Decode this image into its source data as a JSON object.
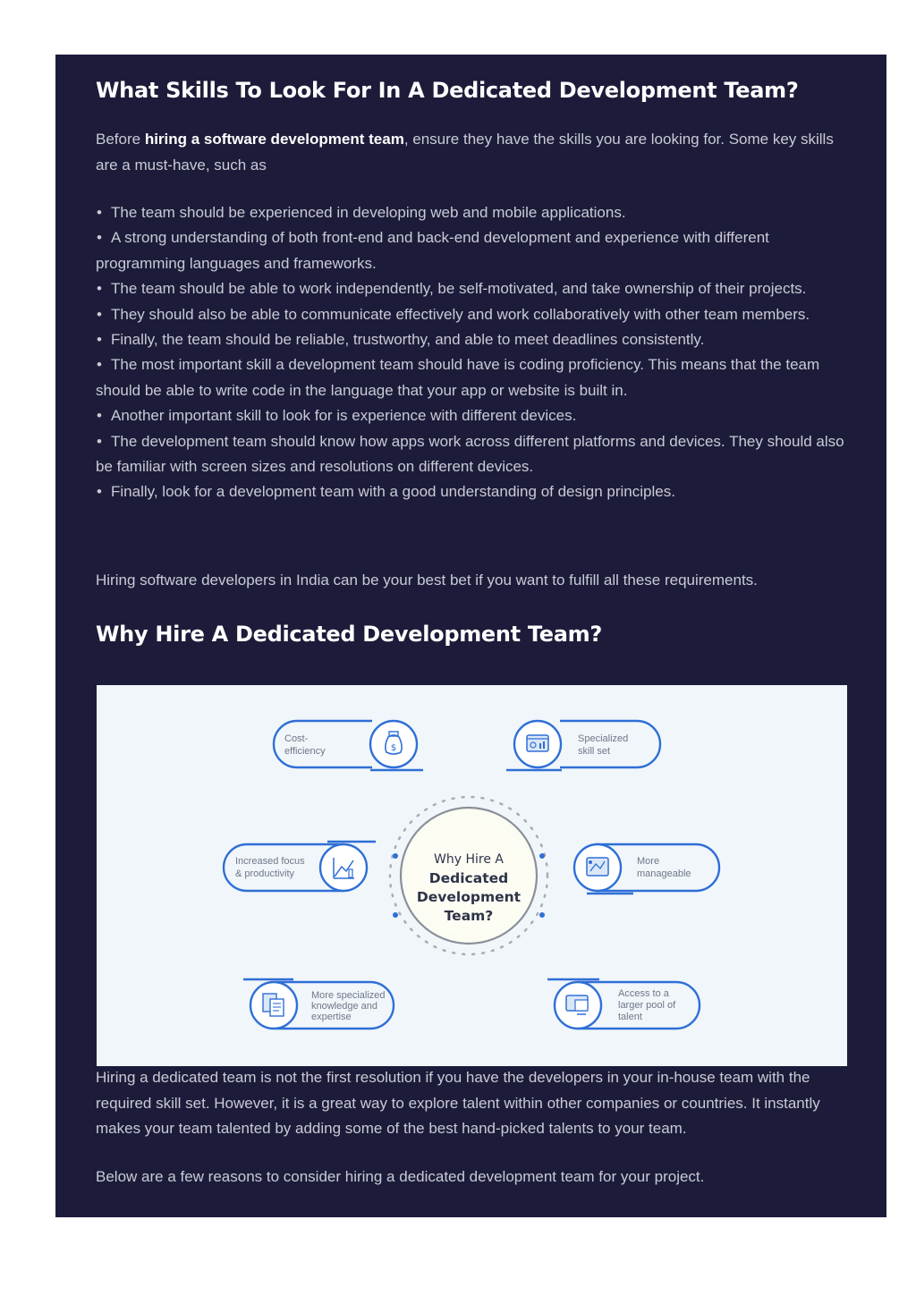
{
  "section1": {
    "heading": "What Skills To Look For In A Dedicated Development Team?",
    "intro_before": "Before ",
    "intro_bold": "hiring a software development team",
    "intro_after": ", ensure they have the skills you are looking for. Some key skills are a must-have, such as",
    "bullets": [
      "The team should be experienced in developing web and mobile applications.",
      "A strong understanding of both front-end and back-end development and experience with different programming languages and frameworks.",
      "The team should be able to work independently, be self-motivated, and take ownership of their projects.",
      "They should also be able to communicate effectively and work collaboratively with other team members.",
      "Finally, the team should be reliable, trustworthy, and able to meet deadlines consistently.",
      "The most important skill a development team should have is coding proficiency. This means that the team should be able to write code in the language that your app or website is built in.",
      "Another important skill to look for is experience with different devices.",
      "The development team should know how apps work across different platforms and devices. They should also be familiar with screen sizes and resolutions on different devices.",
      "Finally, look for a development team with a good understanding of design principles."
    ],
    "closing": "Hiring software developers in India can be your best bet if you want to fulfill all these requirements."
  },
  "section2": {
    "heading": "Why Hire A Dedicated Development Team?",
    "figure": {
      "center": {
        "line1": "Why Hire A",
        "line2": "Dedicated",
        "line3": "Development",
        "line4": "Team?"
      },
      "cost": {
        "line1": "Cost-",
        "line2": "efficiency",
        "icon": "money-bag-icon"
      },
      "skill": {
        "line1": "Specialized",
        "line2": "skill set",
        "icon": "dashboard-icon"
      },
      "focus": {
        "line1": "Increased focus",
        "line2": "& productivity",
        "icon": "growth-chart-icon"
      },
      "manage": {
        "line1": "More",
        "line2": "manageable",
        "icon": "process-board-icon"
      },
      "knowledge": {
        "line1": "More specialized",
        "line2": "knowledge and",
        "line3": "expertise",
        "icon": "documents-icon"
      },
      "talent": {
        "line1": "Access to a",
        "line2": "larger pool of",
        "line3": "talent",
        "icon": "monitor-icon"
      },
      "colors": {
        "accent": "#2f6fd6",
        "ring": "#8a8f99",
        "label": "#6f7686"
      }
    },
    "para1": "Hiring a dedicated team is not the first resolution if you have the developers in your in-house team with the required skill set. However, it is a great way to explore talent within other companies or countries. It instantly makes your team talented by adding some of the best hand-picked talents to your team.",
    "para2": "Below are a few reasons to consider hiring a dedicated development team for your project."
  }
}
